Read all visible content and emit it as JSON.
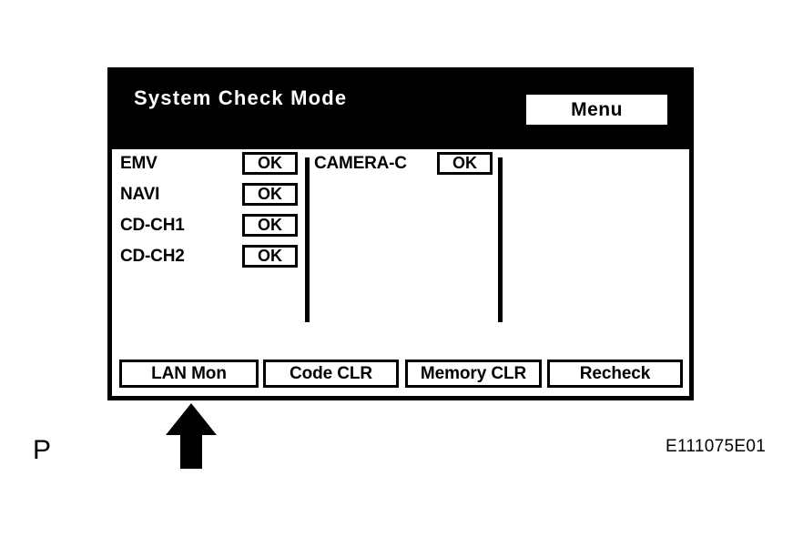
{
  "screen": {
    "title": "System Check Mode",
    "menu_button_label": "Menu",
    "left_column": [
      {
        "label": "EMV",
        "status": "OK"
      },
      {
        "label": "NAVI",
        "status": "OK"
      },
      {
        "label": "CD-CH1",
        "status": "OK"
      },
      {
        "label": "CD-CH2",
        "status": "OK"
      }
    ],
    "middle_column": [
      {
        "label": "CAMERA-C",
        "status": "OK"
      }
    ],
    "bottom_buttons": [
      {
        "label": "LAN Mon"
      },
      {
        "label": "Code CLR"
      },
      {
        "label": "Memory CLR"
      },
      {
        "label": "Recheck"
      }
    ],
    "colors": {
      "title_bar_background": "#000000",
      "title_text": "#ffffff",
      "screen_background": "#ffffff",
      "border": "#000000"
    }
  },
  "annotations": {
    "page_marker": "P",
    "figure_id": "E111075E01",
    "callout_arrow": "up-arrow-icon"
  }
}
